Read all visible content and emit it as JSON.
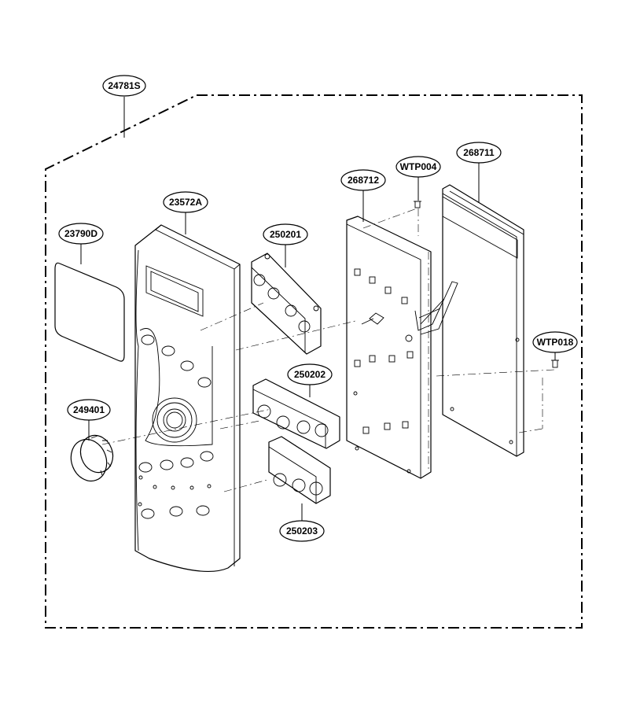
{
  "labels": {
    "assembly": "24781S",
    "window": "23790D",
    "front_panel": "23572A",
    "knob": "249401",
    "switch_a": "250201",
    "switch_b": "250202",
    "switch_c": "250203",
    "pcb": "268712",
    "screw_top": "WTP004",
    "screw_right": "WTP018",
    "membrane": "268711"
  }
}
